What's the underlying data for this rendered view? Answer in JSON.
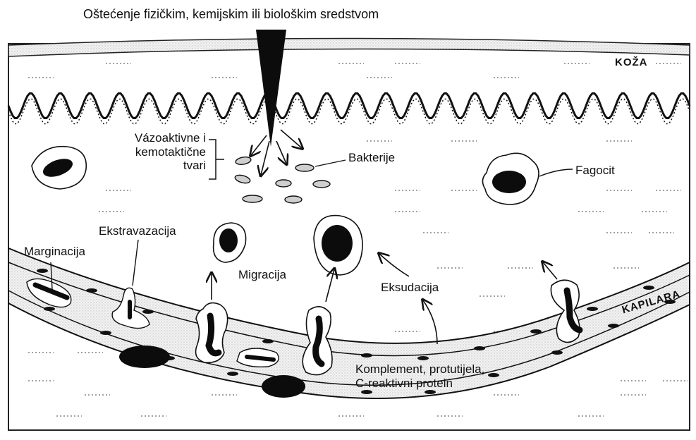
{
  "title": "Oštećenje fizičkim, kemijskim ili biološkim sredstvom",
  "labels": {
    "skin": "KOŽA",
    "capillary": "KAPILARA",
    "vasoactive": "Vázoaktivne i kemotaktične tvari",
    "vasoactive_lines": [
      "Vázoaktivne i",
      "kemotaktične",
      "tvari"
    ],
    "bacteria": "Bakterije",
    "phagocyte": "Fagocit",
    "extravasation": "Ekstravazacija",
    "margination": "Marginacija",
    "migration": "Migracija",
    "exudation": "Eksudacija",
    "plasma_lines": [
      "Komplement, protutijela,",
      "C-reaktivni protein"
    ]
  },
  "colors": {
    "ink": "#111111",
    "stipple": "#d8d8d8",
    "paper": "#ffffff"
  }
}
